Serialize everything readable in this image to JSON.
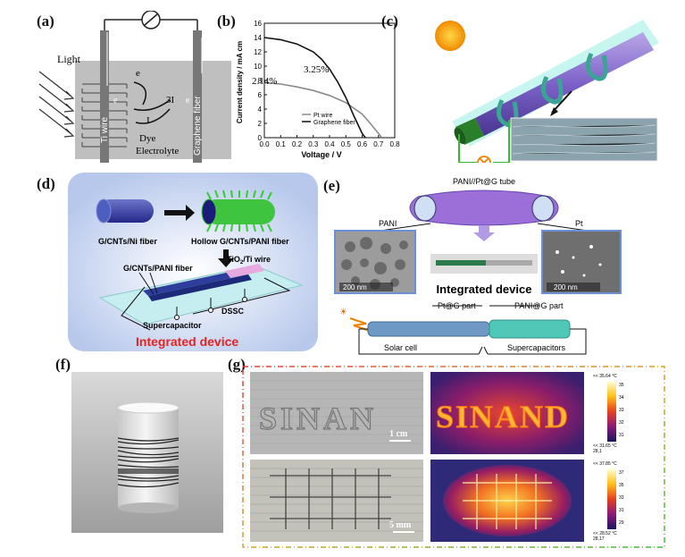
{
  "panels": {
    "a": {
      "label": "(a)",
      "light": "Light",
      "e_minus_1": "e",
      "e_minus_2": "e",
      "e_minus_3": "e",
      "triiodide_3i": "3I",
      "triiodide_i3": "I",
      "dye": "Dye",
      "electrolyte": "Electrolyte",
      "ti_wire": "Ti wire",
      "graphene_fiber": "Graphene fiber"
    },
    "b": {
      "label": "(b)",
      "annotation_high": "3.25%",
      "annotation_low": "2.14%",
      "legend": [
        "Pt wire",
        "Graphene fiber"
      ]
    },
    "c": {
      "label": "(c)"
    },
    "d": {
      "label": "(d)",
      "g_cnts_ni": "G/CNTs/Ni fiber",
      "hollow": "Hollow G/CNTs/PANI fiber",
      "g_cnts_pani": "G/CNTs/PANI fiber",
      "tio2": "TiO",
      "tio2_suffix": "/Ti wire",
      "supercap": "Supercapacitor",
      "dssc": "DSSC",
      "integrated": "Integrated device"
    },
    "e": {
      "label": "(e)",
      "tube": "PANI//Pt@G tube",
      "pani": "PANI",
      "pt": "Pt",
      "scale1": "200 nm",
      "scale2": "200 nm",
      "integrated": "Integrated device",
      "pt_part": "Pt@G part",
      "pani_part": "PANI@G part",
      "solar": "Solar cell",
      "supercaps": "Supercapacitors"
    },
    "f": {
      "label": "(f)"
    },
    "g": {
      "label": "(g)",
      "text1": "SINAN",
      "text2": "SINAND",
      "scale_top": "1 cm",
      "scale_bottom": "5 mm",
      "cb1_max": "<< 35.64 °C",
      "cb1_min": "<< 31.65 °C",
      "cb1_ticks": [
        "35",
        "34",
        "33",
        "32",
        "31"
      ],
      "cb1_foot": "28,1",
      "cb2_max": "<< 37.85 °C",
      "cb2_min": "<< 28.52 °C",
      "cb2_ticks": [
        "37",
        "35",
        "33",
        "31",
        "29"
      ],
      "cb2_foot": "28,17"
    }
  },
  "chart_data": {
    "type": "line",
    "xlabel": "Voltage / V",
    "ylabel": "Current density / mA cm",
    "xlim": [
      0.0,
      0.8
    ],
    "ylim": [
      0,
      16
    ],
    "xticks": [
      "0.0",
      "0.1",
      "0.2",
      "0.3",
      "0.4",
      "0.5",
      "0.6",
      "0.7",
      "0.8"
    ],
    "yticks": [
      "0",
      "2",
      "4",
      "6",
      "8",
      "10",
      "12",
      "14",
      "16"
    ],
    "series": [
      {
        "name": "Pt wire",
        "color": "#8a8a8a",
        "x": [
          0,
          0.1,
          0.2,
          0.3,
          0.4,
          0.5,
          0.6,
          0.65,
          0.7,
          0.72
        ],
        "y": [
          7.7,
          7.5,
          7.1,
          6.6,
          5.9,
          4.9,
          3.3,
          2.0,
          0.6,
          0
        ]
      },
      {
        "name": "Graphene fiber",
        "color": "#111111",
        "x": [
          0,
          0.1,
          0.2,
          0.3,
          0.35,
          0.4,
          0.45,
          0.5,
          0.55,
          0.6,
          0.62
        ],
        "y": [
          14.0,
          13.7,
          13.1,
          12.0,
          11.0,
          9.6,
          7.8,
          5.6,
          3.0,
          0.6,
          0
        ]
      }
    ]
  }
}
